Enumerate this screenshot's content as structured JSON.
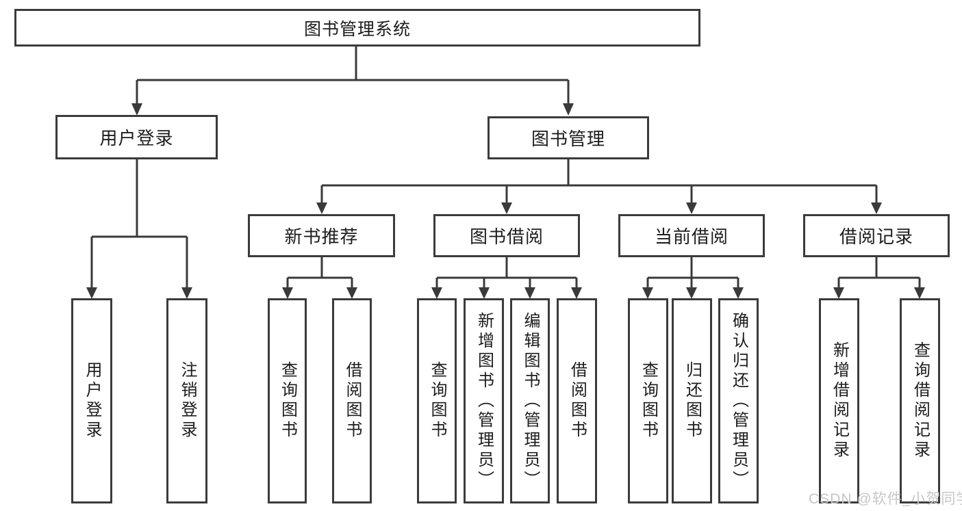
{
  "diagram": {
    "title": "图书管理系统",
    "root": {
      "label": "图书管理系统"
    },
    "level2": [
      {
        "label": "用户登录"
      },
      {
        "label": "图书管理"
      }
    ],
    "level3": [
      {
        "label": "新书推荐"
      },
      {
        "label": "图书借阅"
      },
      {
        "label": "当前借阅"
      },
      {
        "label": "借阅记录"
      }
    ],
    "leaves": [
      "用户登录",
      "注销登录",
      "查询图书",
      "借阅图书",
      "查询图书",
      "新增图书（管理员）",
      "编辑图书（管理员）",
      "借阅图书",
      "查询图书",
      "归还图书",
      "确认归还（管理员）",
      "新增借阅记录",
      "查询借阅记录"
    ],
    "colors": {
      "line": "#3a3a3a",
      "box_border": "#3b3b3b",
      "text": "#1c1c1c",
      "watermark": "#c7c7c7"
    }
  },
  "watermark": {
    "text": "CSDN @软件_小贺同学"
  }
}
